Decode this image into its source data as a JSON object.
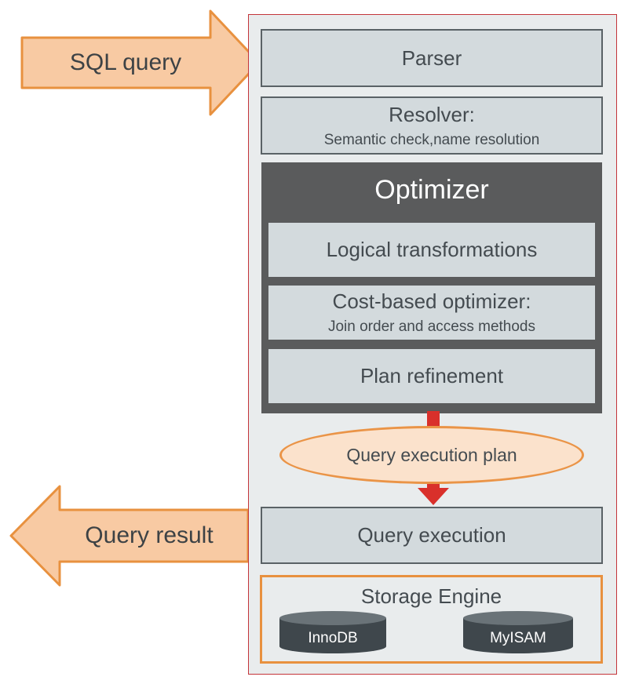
{
  "arrows": {
    "input_label": "SQL query",
    "output_label": "Query result"
  },
  "stages": {
    "parser": "Parser",
    "resolver": {
      "title": "Resolver:",
      "subtitle": "Semantic check,name resolution"
    },
    "optimizer": {
      "title": "Optimizer",
      "logical": "Logical transformations",
      "cost_based": {
        "title": "Cost-based optimizer:",
        "subtitle": "Join order and access methods"
      },
      "plan_refinement": "Plan refinement"
    },
    "plan": "Query execution plan",
    "execution": "Query execution",
    "storage": {
      "title": "Storage Engine",
      "engines": [
        "InnoDB",
        "MyISAM"
      ]
    }
  },
  "colors": {
    "arrow_fill": "#f8caa3",
    "arrow_stroke": "#e8913f",
    "panel_border": "#c4353a",
    "optimizer_bg": "#5a5b5c",
    "flow_arrow": "#d9302b",
    "db_fill": "#3f474c"
  }
}
